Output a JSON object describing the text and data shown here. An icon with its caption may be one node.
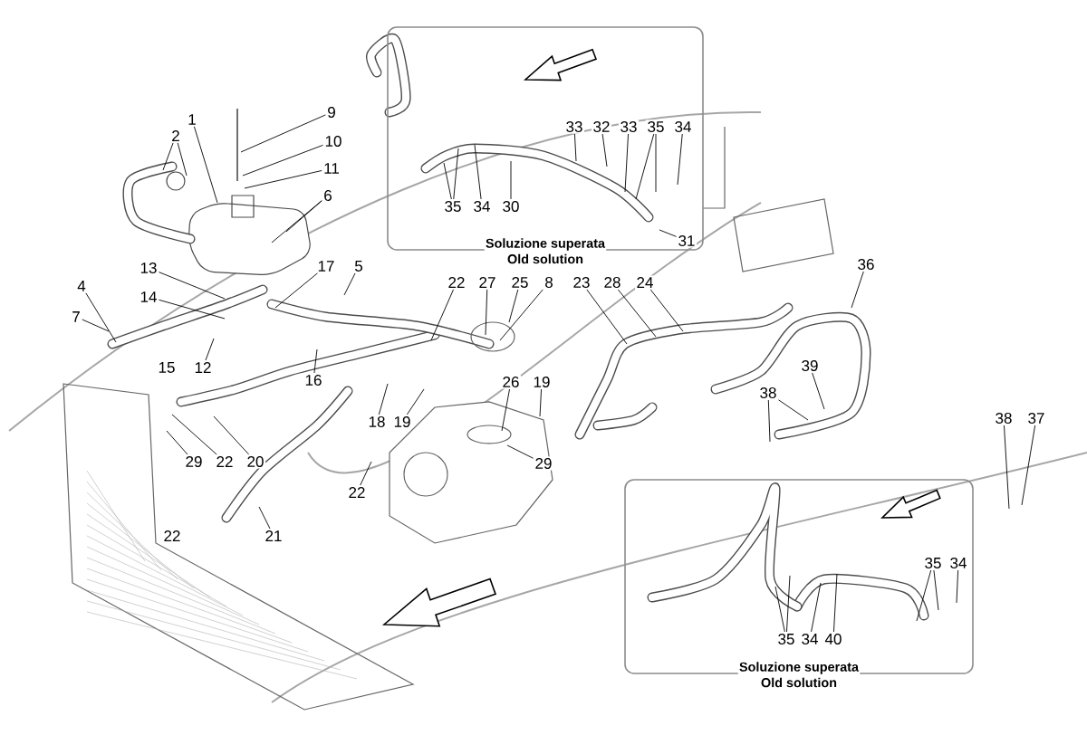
{
  "diagram": {
    "nodes": [
      {
        "text": [
          "Soluzione superata",
          "Old solution"
        ]
      },
      {
        "text": [
          "35"
        ],
        "in": 0
      },
      {
        "text": [
          "34"
        ],
        "in": 0
      },
      {
        "text": [
          "30"
        ],
        "in": 0
      },
      {
        "text": [
          "33"
        ],
        "in": 0
      },
      {
        "text": [
          "32"
        ],
        "in": 0
      },
      {
        "text": [
          "33"
        ],
        "in": 0
      },
      {
        "text": [
          "35"
        ],
        "in": 0
      },
      {
        "text": [
          "34"
        ],
        "in": 0
      },
      {
        "text": [
          "31"
        ],
        "in": 0
      },
      {
        "text": [
          "1"
        ]
      },
      {
        "text": [
          "2"
        ]
      },
      {
        "text": [
          "9"
        ]
      },
      {
        "text": [
          "10"
        ]
      },
      {
        "text": [
          "11"
        ]
      },
      {
        "text": [
          "6"
        ]
      },
      {
        "text": [
          "13"
        ]
      },
      {
        "text": [
          "17"
        ]
      },
      {
        "text": [
          "5"
        ]
      },
      {
        "text": [
          "4"
        ]
      },
      {
        "text": [
          "14"
        ]
      },
      {
        "text": [
          "7"
        ]
      },
      {
        "text": [
          "12"
        ]
      },
      {
        "text": [
          "16"
        ]
      },
      {
        "text": [
          "20"
        ]
      },
      {
        "text": [
          "22"
        ]
      },
      {
        "text": [
          "29"
        ]
      },
      {
        "text": [
          "21"
        ]
      },
      {
        "text": [
          "18"
        ]
      },
      {
        "text": [
          "19"
        ]
      },
      {
        "text": [
          "22"
        ]
      },
      {
        "text": [
          "22"
        ]
      },
      {
        "text": [
          "27"
        ]
      },
      {
        "text": [
          "25"
        ]
      },
      {
        "text": [
          "8"
        ]
      },
      {
        "text": [
          "23"
        ]
      },
      {
        "text": [
          "28"
        ]
      },
      {
        "text": [
          "24"
        ]
      },
      {
        "text": [
          "26"
        ]
      },
      {
        "text": [
          "19"
        ]
      },
      {
        "text": [
          "29"
        ]
      },
      {
        "text": [
          "36"
        ]
      },
      {
        "text": [
          "39"
        ]
      },
      {
        "text": [
          "38"
        ]
      },
      {
        "text": [
          "38"
        ]
      },
      {
        "text": [
          "37"
        ]
      },
      {
        "text": [
          "Soluzione superata",
          "Old solution"
        ]
      },
      {
        "text": [
          "35"
        ],
        "in": 46
      },
      {
        "text": [
          "34"
        ],
        "in": 46
      },
      {
        "text": [
          "35"
        ],
        "in": 46
      },
      {
        "text": [
          "34"
        ],
        "in": 46
      },
      {
        "text": [
          "40"
        ],
        "in": 46
      }
    ],
    "edges": [
      {
        "from": 1,
        "to": null,
        "arrow": "none"
      },
      {
        "from": 1,
        "to": null,
        "arrow": "none"
      },
      {
        "from": 2,
        "to": null,
        "arrow": "none"
      },
      {
        "from": 3,
        "to": null,
        "arrow": "none"
      },
      {
        "from": 4,
        "to": null,
        "arrow": "none"
      },
      {
        "from": 5,
        "to": null,
        "arrow": "none"
      },
      {
        "from": 6,
        "to": null,
        "arrow": "none"
      },
      {
        "from": 7,
        "to": null,
        "arrow": "none"
      },
      {
        "from": 7,
        "to": null,
        "arrow": "none"
      },
      {
        "from": 8,
        "to": null,
        "arrow": "none"
      },
      {
        "from": 9,
        "to": null,
        "arrow": "none"
      },
      {
        "from": 10,
        "to": null,
        "arrow": "none"
      },
      {
        "from": 11,
        "to": null,
        "arrow": "none"
      },
      {
        "from": 11,
        "to": null,
        "arrow": "none"
      },
      {
        "from": 12,
        "to": null,
        "arrow": "none"
      },
      {
        "from": 13,
        "to": null,
        "arrow": "none"
      },
      {
        "from": 14,
        "to": null,
        "arrow": "none"
      },
      {
        "from": 15,
        "to": null,
        "arrow": "none"
      },
      {
        "from": 15,
        "to": null,
        "arrow": "none"
      },
      {
        "from": 16,
        "to": null,
        "arrow": "none"
      },
      {
        "from": 17,
        "to": null,
        "arrow": "none"
      },
      {
        "from": 18,
        "to": null,
        "arrow": "none"
      },
      {
        "from": 19,
        "to": null,
        "arrow": "none"
      },
      {
        "from": 20,
        "to": null,
        "arrow": "none"
      },
      {
        "from": 21,
        "to": null,
        "arrow": "none"
      },
      {
        "from": 22,
        "to": null,
        "arrow": "none"
      },
      {
        "from": 23,
        "to": null,
        "arrow": "none"
      },
      {
        "from": 24,
        "to": null,
        "arrow": "none"
      },
      {
        "from": 25,
        "to": null,
        "arrow": "none"
      },
      {
        "from": 26,
        "to": null,
        "arrow": "none"
      },
      {
        "from": 27,
        "to": null,
        "arrow": "none"
      },
      {
        "from": 28,
        "to": null,
        "arrow": "none"
      },
      {
        "from": 29,
        "to": null,
        "arrow": "none"
      },
      {
        "from": 30,
        "to": null,
        "arrow": "none"
      },
      {
        "from": 31,
        "to": null,
        "arrow": "none"
      },
      {
        "from": 32,
        "to": null,
        "arrow": "none"
      },
      {
        "from": 33,
        "to": null,
        "arrow": "none"
      },
      {
        "from": 34,
        "to": null,
        "arrow": "none"
      },
      {
        "from": 35,
        "to": null,
        "arrow": "none"
      },
      {
        "from": 36,
        "to": null,
        "arrow": "none"
      },
      {
        "from": 37,
        "to": null,
        "arrow": "none"
      },
      {
        "from": 38,
        "to": null,
        "arrow": "none"
      },
      {
        "from": 39,
        "to": null,
        "arrow": "none"
      },
      {
        "from": 40,
        "to": null,
        "arrow": "none"
      },
      {
        "from": 41,
        "to": null,
        "arrow": "none"
      },
      {
        "from": 42,
        "to": null,
        "arrow": "none"
      },
      {
        "from": 43,
        "to": null,
        "arrow": "none"
      },
      {
        "from": 43,
        "to": null,
        "arrow": "none"
      },
      {
        "from": 44,
        "to": null,
        "arrow": "none"
      },
      {
        "from": 45,
        "to": null,
        "arrow": "none"
      },
      {
        "from": 47,
        "to": null,
        "arrow": "none"
      },
      {
        "from": 47,
        "to": null,
        "arrow": "none"
      },
      {
        "from": 48,
        "to": null,
        "arrow": "none"
      },
      {
        "from": 49,
        "to": null,
        "arrow": "none"
      },
      {
        "from": 49,
        "to": null,
        "arrow": "none"
      },
      {
        "from": 50,
        "to": null,
        "arrow": "none"
      },
      {
        "from": 51,
        "to": null,
        "arrow": "none"
      }
    ],
    "labels": [
      "15",
      "22"
    ]
  }
}
